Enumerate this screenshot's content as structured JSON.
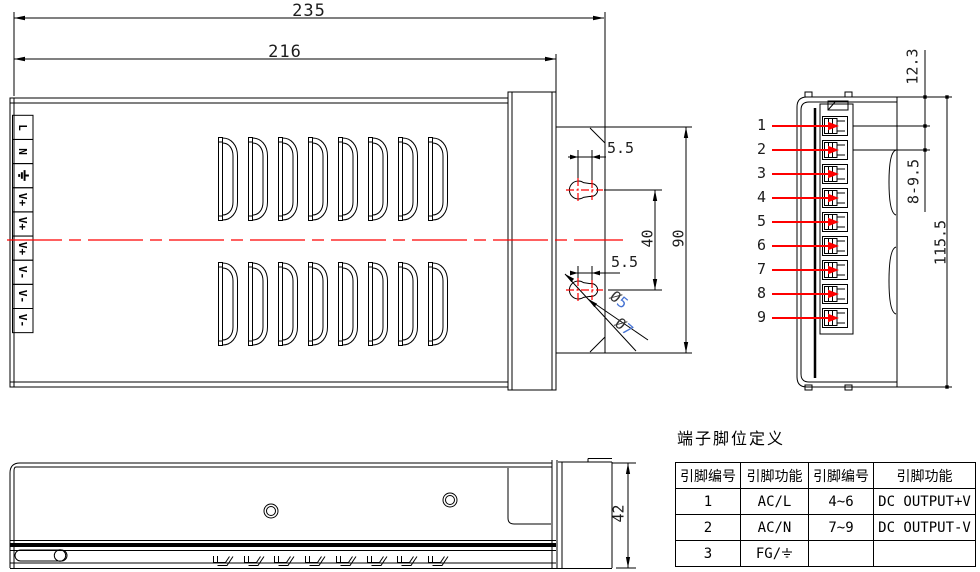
{
  "colors": {
    "line": "#000000",
    "accent_red": "#ff0000",
    "dia_digit": "#4673d2"
  },
  "top_view": {
    "dim_overall_length": "235",
    "dim_body_length": "216",
    "dim_hole_offset_top": "5.5",
    "dim_hole_offset_bottom": "5.5",
    "dim_hole_spacing": "40",
    "dim_bracket_width": "90",
    "dim_hole_small": "Ø5",
    "dim_hole_large": "Ø7",
    "terminal_labels": [
      "L",
      "N",
      "⏚",
      "+V",
      "+V",
      "+V",
      "-V",
      "-V",
      "-V"
    ]
  },
  "end_view": {
    "pins": [
      "1",
      "2",
      "3",
      "4",
      "5",
      "6",
      "7",
      "8",
      "9"
    ],
    "dim_top_to_pin1": "12.3",
    "dim_pin_pitch": "8-9.5",
    "dim_height": "115.5"
  },
  "side_view": {
    "dim_height": "42"
  },
  "pin_table": {
    "title": "端子脚位定义",
    "headers": [
      "引脚编号",
      "引脚功能",
      "引脚编号",
      "引脚功能"
    ],
    "rows": [
      [
        "1",
        "AC/L",
        "4~6",
        "DC OUTPUT+V"
      ],
      [
        "2",
        "AC/N",
        "7~9",
        "DC OUTPUT-V"
      ],
      [
        "3",
        "FG/⏚",
        "",
        ""
      ]
    ]
  }
}
